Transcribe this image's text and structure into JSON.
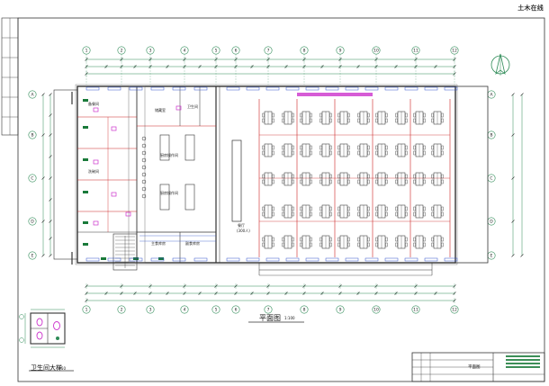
{
  "drawing": {
    "plan_title": "平面图",
    "plan_scale": "1:100",
    "detail_title": "卫生间大样",
    "detail_scale": "1:50",
    "brand_mark": "土木在线"
  },
  "axes": {
    "top": [
      "1",
      "2",
      "3",
      "4",
      "5",
      "6",
      "7",
      "8",
      "9",
      "10",
      "11",
      "12"
    ],
    "left": [
      "A",
      "B",
      "C",
      "D",
      "E"
    ],
    "right": [
      "A",
      "B",
      "C",
      "D",
      "E"
    ]
  },
  "rooms": {
    "kitchen_a": "厨房操作间",
    "kitchen_b": "厨房操作间",
    "storage": "储藏室",
    "dining_hall": "餐厅",
    "dining_hall_sub": "(300人)",
    "room_1": "备餐间",
    "room_2": "洗碗间",
    "room_3": "主食库房",
    "room_4": "副食库房",
    "wc": "卫生间"
  },
  "title_block": {
    "drawing_name": "平面图"
  },
  "colors": {
    "line_dark": "#333333",
    "dimension": "#2e8b57",
    "wall_red": "#cc2222",
    "fixture_magenta": "#cc33cc",
    "hatch_blue": "#3355cc",
    "label_green": "#1a7a3a"
  }
}
